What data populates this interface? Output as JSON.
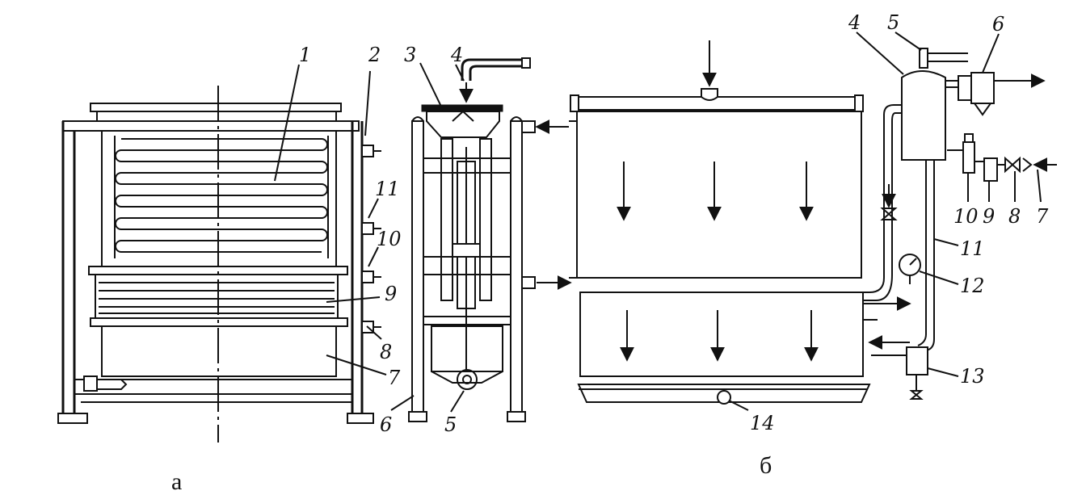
{
  "figure": {
    "caption_a": "а",
    "caption_b": "б"
  },
  "view_a": {
    "labels": [
      "1",
      "2",
      "3",
      "4",
      "11",
      "10",
      "9",
      "8",
      "7",
      "6",
      "5"
    ]
  },
  "view_b": {
    "labels": [
      "4",
      "5",
      "6",
      "10",
      "9",
      "8",
      "7",
      "11",
      "12",
      "13",
      "14"
    ]
  },
  "colors": {
    "ink": "#111111",
    "paper": "#ffffff"
  }
}
